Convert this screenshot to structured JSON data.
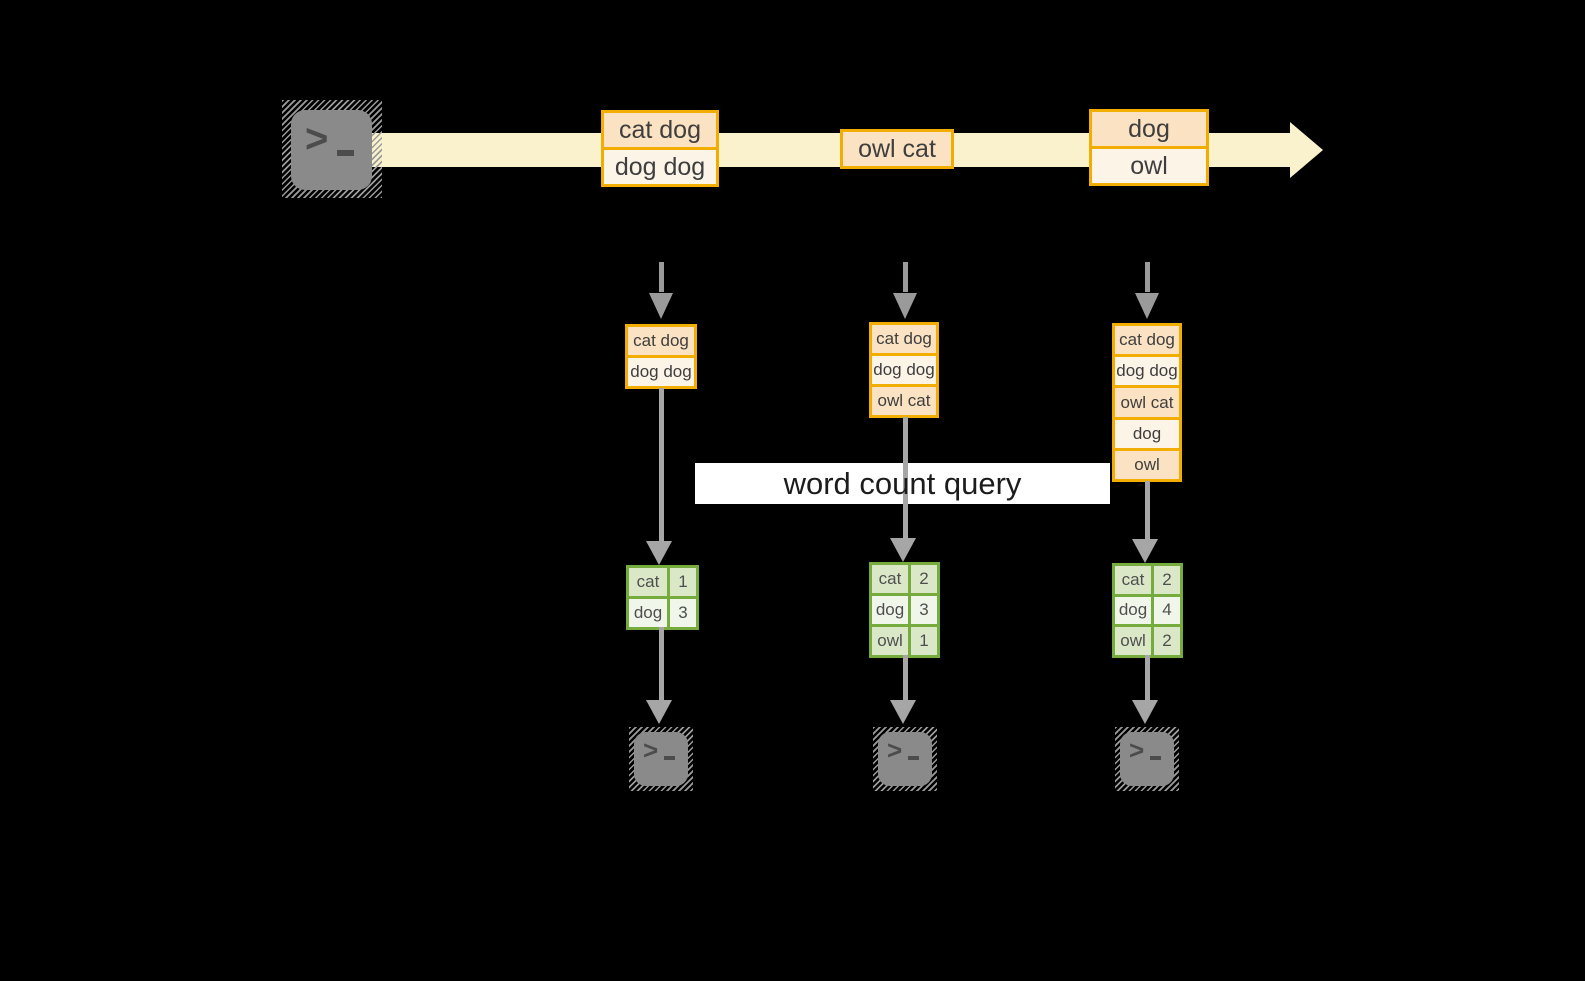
{
  "diagram": {
    "query_label": "word count query",
    "prompt_char": ">",
    "stream_batches": [
      {
        "rows": [
          "cat dog",
          "dog dog"
        ]
      },
      {
        "rows": [
          "owl cat"
        ]
      },
      {
        "rows": [
          "dog",
          "owl"
        ]
      }
    ],
    "columns": [
      {
        "state_rows": [
          "cat dog",
          "dog dog"
        ],
        "count_table": {
          "rows": [
            {
              "word": "cat",
              "count": "1"
            },
            {
              "word": "dog",
              "count": "3"
            }
          ]
        },
        "sink_icon": "terminal-icon"
      },
      {
        "state_rows": [
          "cat dog",
          "dog dog",
          "owl cat"
        ],
        "count_table": {
          "rows": [
            {
              "word": "cat",
              "count": "2"
            },
            {
              "word": "dog",
              "count": "3"
            },
            {
              "word": "owl",
              "count": "1"
            }
          ]
        },
        "sink_icon": "terminal-icon"
      },
      {
        "state_rows": [
          "cat dog",
          "dog dog",
          "owl cat",
          "dog",
          "owl"
        ],
        "count_table": {
          "rows": [
            {
              "word": "cat",
              "count": "2"
            },
            {
              "word": "dog",
              "count": "4"
            },
            {
              "word": "owl",
              "count": "2"
            }
          ]
        },
        "sink_icon": "terminal-icon"
      }
    ],
    "colors": {
      "background": "#000000",
      "stream_fill": "#FAF1CD",
      "box_border": "#F1AE00",
      "box_fill_dark": "#FAE2C2",
      "box_fill_light": "#FDF4E8",
      "table_border": "#76AC3E",
      "table_fill_dark": "#DBE8C8",
      "table_fill_light": "#F1F6EB",
      "arrow_gray": "#A6A6A6",
      "terminal_gray": "#8A8A8A",
      "query_label_bg": "#FFFFFF"
    }
  }
}
